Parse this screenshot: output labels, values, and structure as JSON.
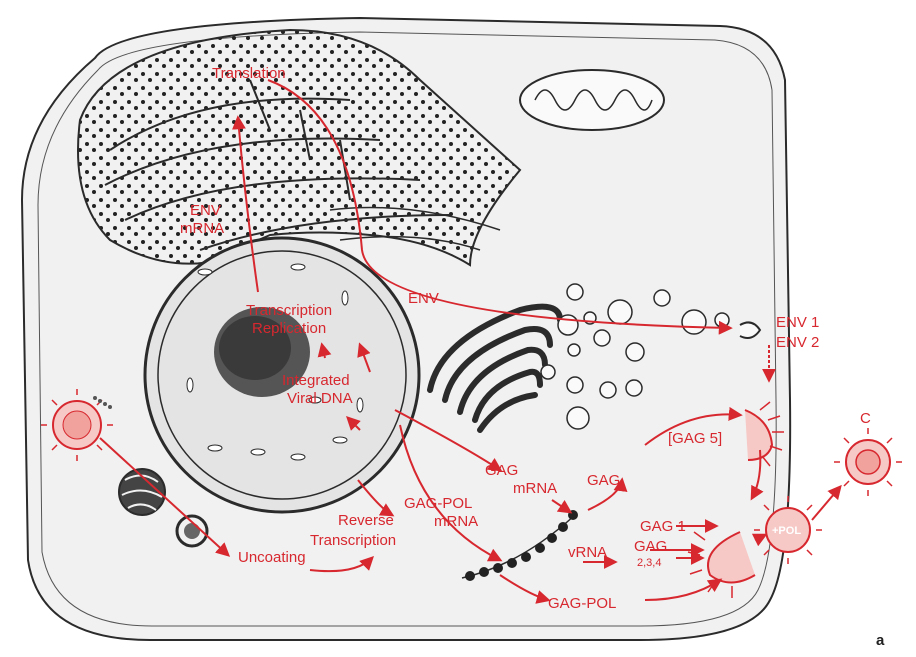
{
  "colors": {
    "annotation": "#d7282f",
    "ink": "#2b2b2b",
    "cytoplasm": "#f1f1f1"
  },
  "labels": {
    "translation": "Translation",
    "env_mrna_1": "ENV",
    "env_mrna_2": "mRNA",
    "transcription": "Transcription",
    "replication": "Replication",
    "integrated_1": "Integrated",
    "integrated_2": "Viral DNA",
    "env": "ENV",
    "env1": "ENV 1",
    "env2": "ENV 2",
    "gag_mrna_1": "GAG",
    "gag_mrna_2": "mRNA",
    "gag_pol_mrna_1": "GAG-POL",
    "gag_pol_mrna_2": "mRNA",
    "gag": "GAG",
    "gag5": "[GAG 5]",
    "reverse_1": "Reverse",
    "reverse_2": "Transcription",
    "uncoating": "Uncoating",
    "vrna": "vRNA",
    "gag1": "GAG 1",
    "gag234_1": "GAG",
    "gag234_2": "2,3,4",
    "pol": "+POL",
    "gag_pol": "GAG-POL",
    "c": "C",
    "panel": "a"
  }
}
